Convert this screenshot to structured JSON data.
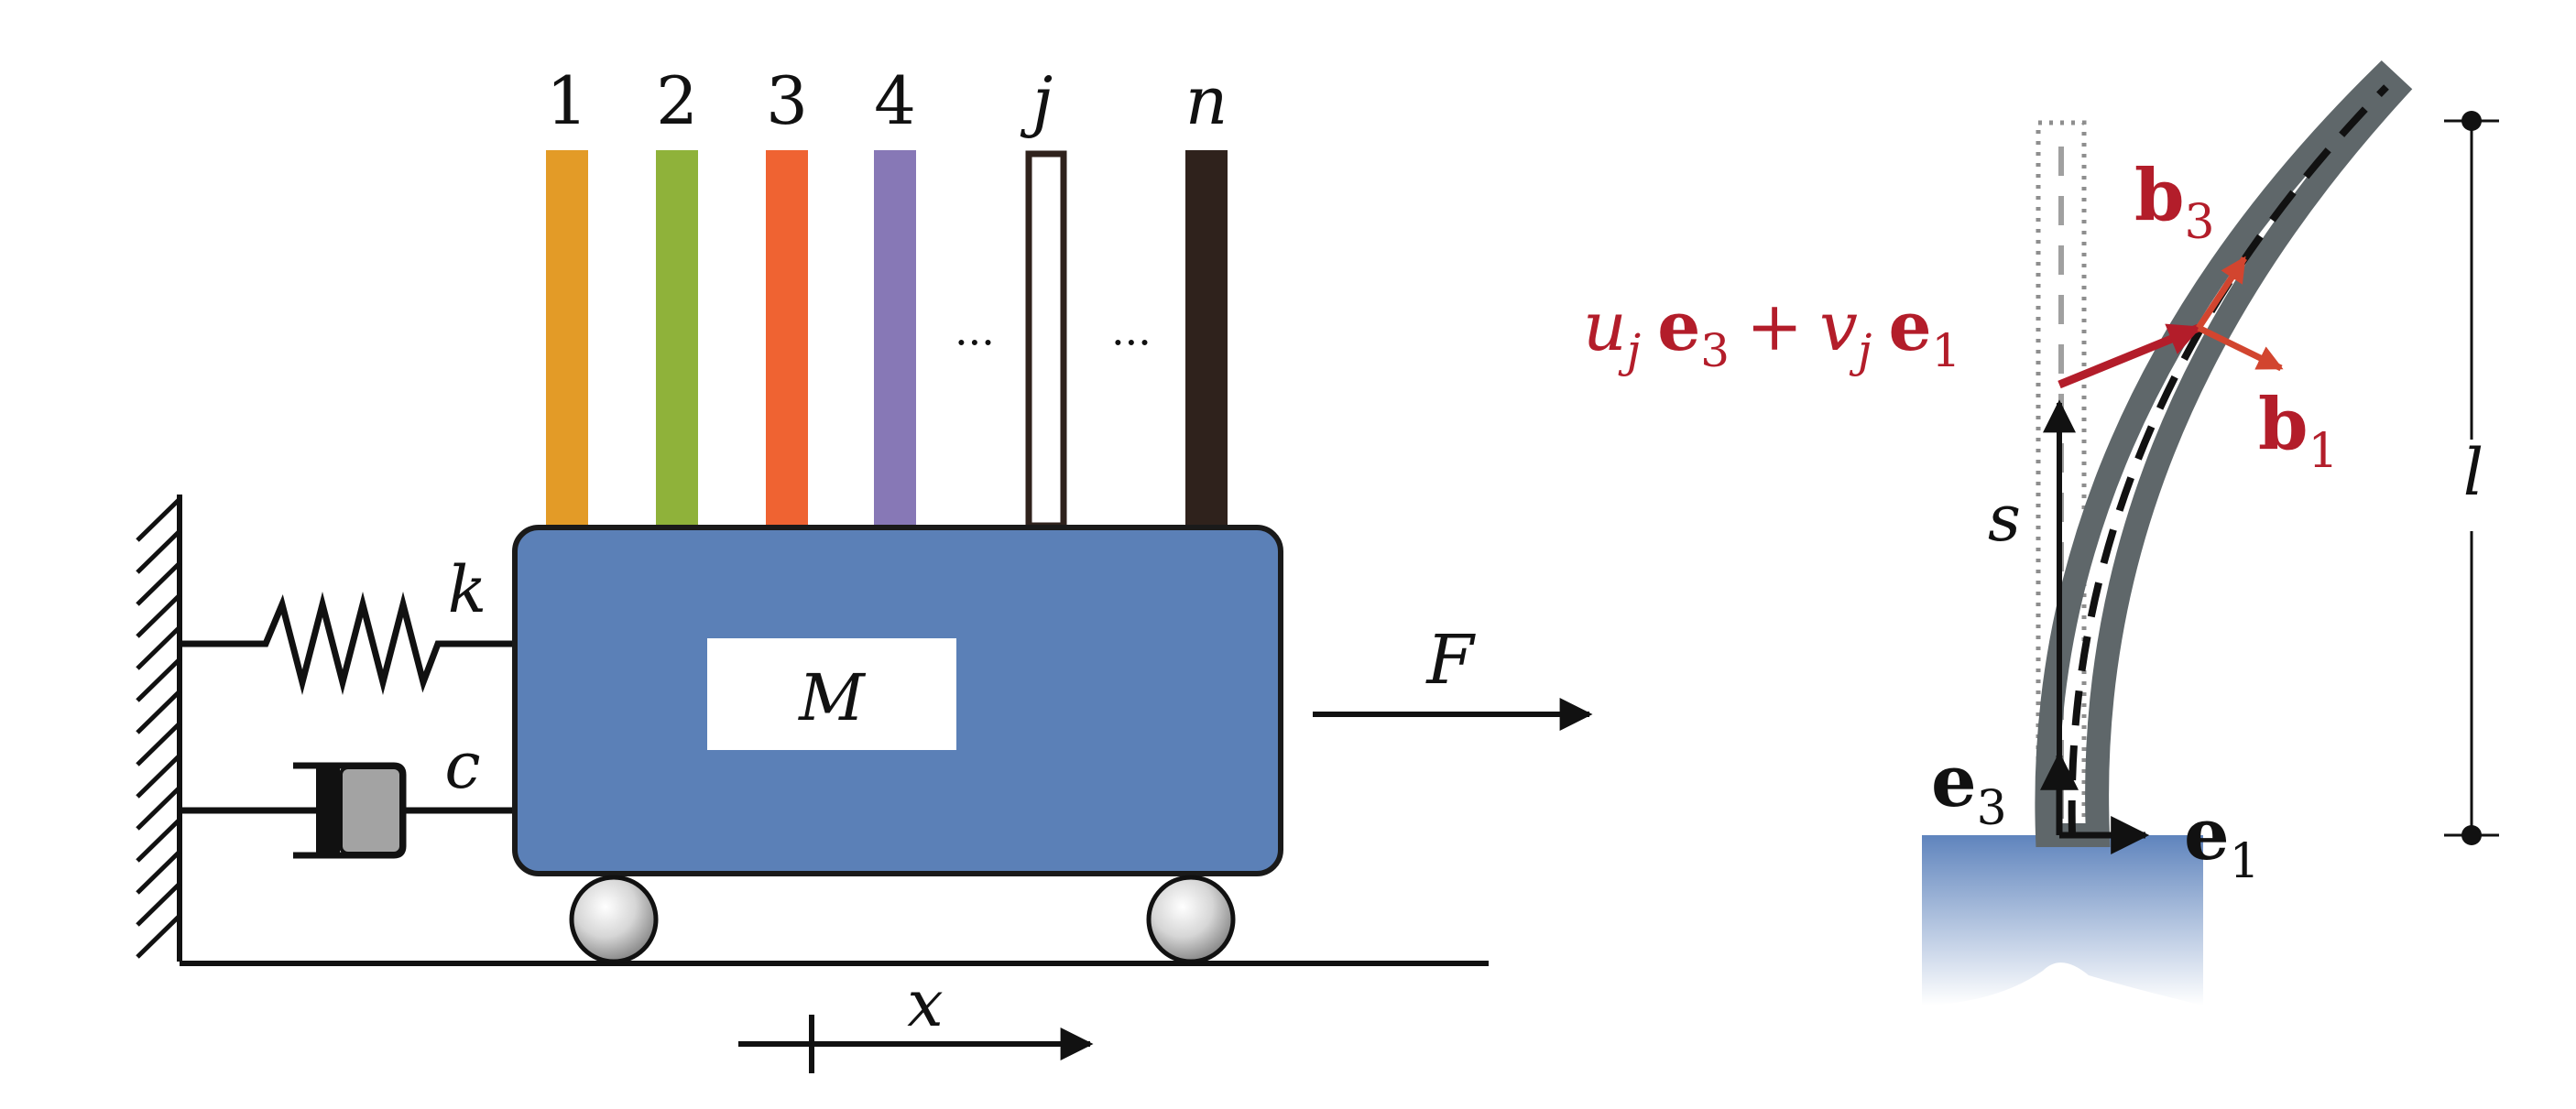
{
  "colors": {
    "cart_fill": "#5b80b7",
    "cart_stroke": "#1a1a1a",
    "pendulum_colors": [
      "#e39b27",
      "#8fb23a",
      "#ef6332",
      "#8778b6",
      "#ffffff",
      "#2f221c"
    ],
    "ground": "#1a1a1a",
    "wheel_fill": "#c8c8c8",
    "damper_fill": "#a3a3a3",
    "beam_gray": "#5f676a",
    "red_vector": "#b31d2a",
    "orange_vector": "#d2452f",
    "base_gradient_top": "#5f84bd",
    "base_gradient_bottom": "#ffffff"
  },
  "labels": {
    "pend_1": "1",
    "pend_2": "2",
    "pend_3": "3",
    "pend_4": "4",
    "pend_j": "j",
    "pend_n": "n",
    "dots_1": "···",
    "dots_2": "···",
    "mass": "M",
    "spring": "k",
    "damper": "c",
    "force": "F",
    "position": "x",
    "disp_u": "u",
    "disp_u_sub": "j",
    "disp_e": "e",
    "disp_e3_sub": "3",
    "disp_plus": "+",
    "disp_v": "v",
    "disp_v_sub": "j",
    "disp_e1_sub": "1",
    "b3": "b",
    "b3_sub": "3",
    "b1": "b",
    "b1_sub": "1",
    "s": "s",
    "length": "l",
    "e3": "e",
    "e3_sub": "3",
    "e1": "e",
    "e1_sub": "1"
  }
}
